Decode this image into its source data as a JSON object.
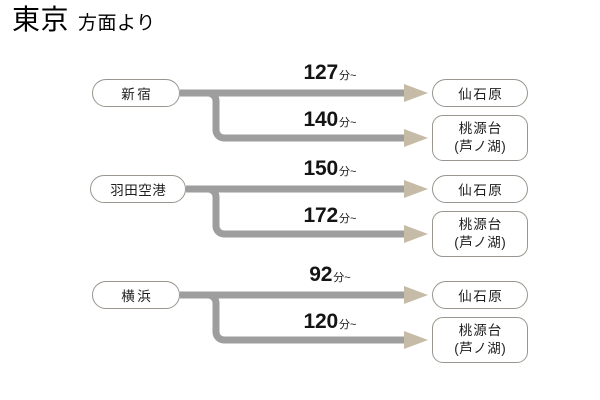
{
  "title": {
    "main": "東京",
    "sub": "方面より"
  },
  "colors": {
    "wire": "#9e9e9e",
    "arrowhead": "#c6bba7",
    "node_border": "#9a958e",
    "node_fill": "#ffffff",
    "text": "#1a1a1a",
    "background": "#ffffff"
  },
  "diagram": {
    "type": "route-access-diagram",
    "unit_suffix": "分~",
    "groups": [
      {
        "origin": "新宿",
        "origin_style": "narrow",
        "routes": [
          {
            "destination_line1": "仙石原",
            "destination_line2": "",
            "duration": "127",
            "unit": "分~"
          },
          {
            "destination_line1": "桃源台",
            "destination_line2": "(芦ノ湖)",
            "duration": "140",
            "unit": "分~"
          }
        ]
      },
      {
        "origin": "羽田空港",
        "origin_style": "wide",
        "routes": [
          {
            "destination_line1": "仙石原",
            "destination_line2": "",
            "duration": "150",
            "unit": "分~"
          },
          {
            "destination_line1": "桃源台",
            "destination_line2": "(芦ノ湖)",
            "duration": "172",
            "unit": "分~"
          }
        ]
      },
      {
        "origin": "横浜",
        "origin_style": "narrow",
        "routes": [
          {
            "destination_line1": "仙石原",
            "destination_line2": "",
            "duration": "92",
            "unit": "分~"
          },
          {
            "destination_line1": "桃源台",
            "destination_line2": "(芦ノ湖)",
            "duration": "120",
            "unit": "分~"
          }
        ]
      }
    ]
  }
}
